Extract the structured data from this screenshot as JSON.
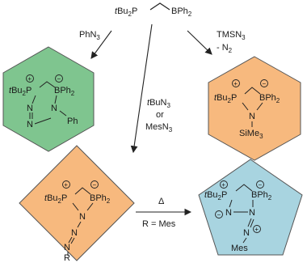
{
  "top_reagent": {
    "t": "t",
    "bu2": "Bu",
    "sub2": "2",
    "p": "P",
    "b": "BPh",
    "sub_ph2": "2"
  },
  "arrows": {
    "left_reagent": "PhN",
    "left_sub": "3",
    "right_reagent_1": "TMSN",
    "right_sub_1": "3",
    "right_reagent_2": "- N",
    "right_sub_2": "2",
    "mid_t": "t",
    "mid_reagent_1": "BuN",
    "mid_sub_1": "3",
    "mid_or": "or",
    "mid_reagent_2": "MesN",
    "mid_sub_2": "3",
    "heat": "Δ",
    "cond": "R = Mes"
  },
  "products": {
    "green": {
      "t": "t",
      "bu": "Bu",
      "sub": "2",
      "p": "P",
      "b": "BPh",
      "bsub": "2",
      "n1": "N",
      "n2": "N",
      "n3": "N",
      "ph": "Ph",
      "plus": "+",
      "minus": "−",
      "color": "#7fc58f"
    },
    "orange_right": {
      "t": "t",
      "bu": "Bu",
      "sub": "2",
      "p": "P",
      "b": "BPh",
      "bsub": "2",
      "n": "N",
      "si": "SiMe",
      "sisub": "3",
      "plus": "+",
      "minus": "−",
      "color": "#f7b97e"
    },
    "orange_left": {
      "t": "t",
      "bu": "Bu",
      "sub": "2",
      "p": "P",
      "b": "BPh",
      "bsub": "2",
      "n1": "N",
      "n2": "N",
      "n3": "N",
      "r": "R",
      "plus": "+",
      "minus": "−",
      "color": "#f7b97e"
    },
    "blue": {
      "t": "t",
      "bu": "Bu",
      "sub": "2",
      "p": "P",
      "b": "BPh",
      "bsub": "2",
      "n1": "N",
      "n2": "N",
      "n3": "N",
      "mes": "Mes",
      "plus1": "+",
      "minus1": "−",
      "minus2": "−",
      "plus2": "+",
      "color": "#a8d4e0"
    }
  }
}
